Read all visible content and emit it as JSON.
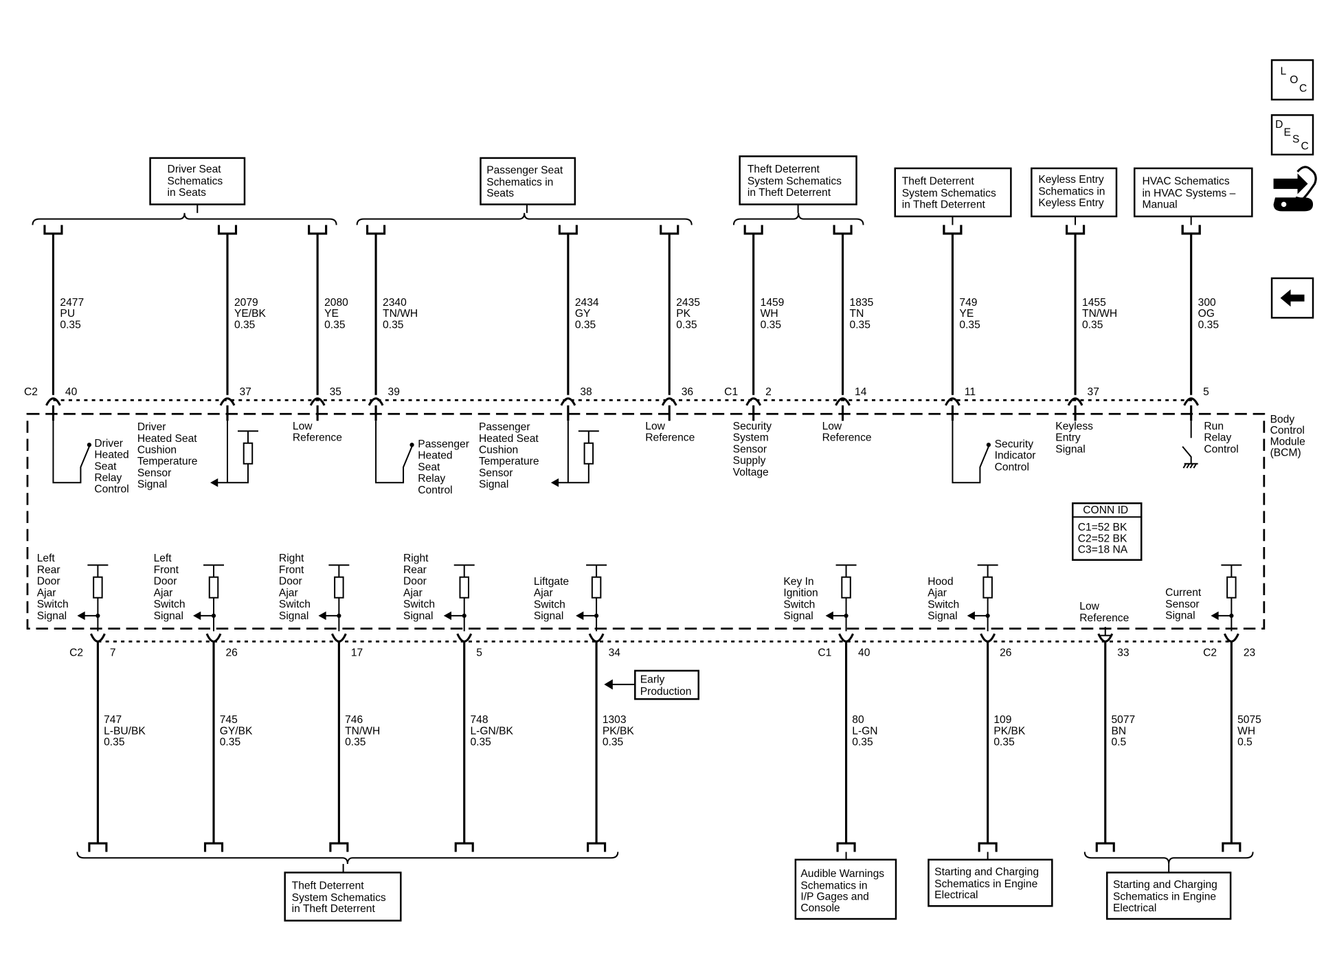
{
  "nav": {
    "loc_letters": [
      "L",
      "O",
      "C"
    ],
    "desc_letters": [
      "D",
      "E",
      "S",
      "C"
    ],
    "hand_icon": "hand-wrench-icon",
    "back_icon": "back-arrow-icon"
  },
  "module": {
    "name": [
      "Body",
      "Control",
      "Module",
      "(BCM)"
    ]
  },
  "conn_id": {
    "title": "CONN ID",
    "lines": [
      "C1=52 BK",
      "C2=52 BK",
      "C3=18 NA"
    ]
  },
  "top_refs": [
    {
      "lines": [
        "Driver Seat",
        "Schematics",
        "in Seats"
      ]
    },
    {
      "lines": [
        "Passenger Seat",
        "Schematics in",
        "Seats"
      ]
    },
    {
      "lines": [
        "Theft Deterrent",
        "System Schematics",
        "in Theft Deterrent"
      ]
    },
    {
      "lines": [
        "Theft Deterrent",
        "System Schematics",
        "in Theft Deterrent"
      ]
    },
    {
      "lines": [
        "Keyless Entry",
        "Schematics in",
        "Keyless Entry"
      ]
    },
    {
      "lines": [
        "HVAC Schematics",
        "in HVAC Systems –",
        "Manual"
      ]
    }
  ],
  "top_wires": [
    {
      "connector": "C2",
      "pin": "40",
      "circuit": "2477",
      "color": "PU",
      "gauge": "0.35",
      "label": [
        "Driver",
        "Heated",
        "Seat",
        "Relay",
        "Control"
      ]
    },
    {
      "pin": "37",
      "circuit": "2079",
      "color": "YE/BK",
      "gauge": "0.35",
      "label": [
        "Driver",
        "Heated Seat",
        "Cushion",
        "Temperature",
        "Sensor",
        "Signal"
      ]
    },
    {
      "pin": "35",
      "circuit": "2080",
      "color": "YE",
      "gauge": "0.35",
      "label": [
        "Low",
        "Reference"
      ]
    },
    {
      "pin": "39",
      "circuit": "2340",
      "color": "TN/WH",
      "gauge": "0.35",
      "label": [
        "Passenger",
        "Heated",
        "Seat",
        "Relay",
        "Control"
      ]
    },
    {
      "pin": "38",
      "circuit": "2434",
      "color": "GY",
      "gauge": "0.35",
      "label": [
        "Passenger",
        "Heated Seat",
        "Cushion",
        "Temperature",
        "Sensor",
        "Signal"
      ]
    },
    {
      "pin": "36",
      "circuit": "2435",
      "color": "PK",
      "gauge": "0.35",
      "label": [
        "Low",
        "Reference"
      ]
    },
    {
      "connector": "C1",
      "pin": "2",
      "circuit": "1459",
      "color": "WH",
      "gauge": "0.35",
      "label": [
        "Security",
        "System",
        "Sensor",
        "Supply",
        "Voltage"
      ]
    },
    {
      "pin": "14",
      "circuit": "1835",
      "color": "TN",
      "gauge": "0.35",
      "label": [
        "Low",
        "Reference"
      ]
    },
    {
      "pin": "11",
      "circuit": "749",
      "color": "YE",
      "gauge": "0.35",
      "label": [
        "Security",
        "Indicator",
        "Control"
      ]
    },
    {
      "pin": "37",
      "circuit": "1455",
      "color": "TN/WH",
      "gauge": "0.35",
      "label": [
        "Keyless",
        "Entry",
        "Signal"
      ]
    },
    {
      "pin": "5",
      "circuit": "300",
      "color": "OG",
      "gauge": "0.35",
      "label": [
        "Run",
        "Relay",
        "Control"
      ]
    }
  ],
  "bottom_wires": [
    {
      "connector": "C2",
      "pin": "7",
      "circuit": "747",
      "color": "L-BU/BK",
      "gauge": "0.35",
      "label": [
        "Left",
        "Rear",
        "Door",
        "Ajar",
        "Switch",
        "Signal"
      ]
    },
    {
      "pin": "26",
      "circuit": "745",
      "color": "GY/BK",
      "gauge": "0.35",
      "label": [
        "Left",
        "Front",
        "Door",
        "Ajar",
        "Switch",
        "Signal"
      ]
    },
    {
      "pin": "17",
      "circuit": "746",
      "color": "TN/WH",
      "gauge": "0.35",
      "label": [
        "Right",
        "Front",
        "Door",
        "Ajar",
        "Switch",
        "Signal"
      ]
    },
    {
      "pin": "5",
      "circuit": "748",
      "color": "L-GN/BK",
      "gauge": "0.35",
      "label": [
        "Right",
        "Rear",
        "Door",
        "Ajar",
        "Switch",
        "Signal"
      ]
    },
    {
      "pin": "34",
      "circuit": "1303",
      "color": "PK/BK",
      "gauge": "0.35",
      "label": [
        "Liftgate",
        "Ajar",
        "Switch",
        "Signal"
      ]
    },
    {
      "connector": "C1",
      "pin": "40",
      "circuit": "80",
      "color": "L-GN",
      "gauge": "0.35",
      "label": [
        "Key In",
        "Ignition",
        "Switch",
        "Signal"
      ]
    },
    {
      "pin": "26",
      "circuit": "109",
      "color": "PK/BK",
      "gauge": "0.35",
      "label": [
        "Hood",
        "Ajar",
        "Switch",
        "Signal"
      ]
    },
    {
      "pin": "33",
      "circuit": "5077",
      "color": "BN",
      "gauge": "0.5",
      "label": [
        "Low",
        "Reference"
      ]
    },
    {
      "connector": "C2",
      "pin": "23",
      "circuit": "5075",
      "color": "WH",
      "gauge": "0.5",
      "label": [
        "Current",
        "Sensor",
        "Signal"
      ]
    }
  ],
  "early_production": [
    "Early",
    "Production"
  ],
  "bottom_refs": [
    {
      "lines": [
        "Theft Deterrent",
        "System Schematics",
        "in Theft Deterrent"
      ]
    },
    {
      "lines": [
        "Audible Warnings",
        "Schematics in",
        "I/P Gages and",
        "Console"
      ]
    },
    {
      "lines": [
        "Starting and Charging",
        "Schematics in Engine",
        "Electrical"
      ]
    },
    {
      "lines": [
        "Starting and Charging",
        "Schematics in Engine",
        "Electrical"
      ]
    }
  ]
}
